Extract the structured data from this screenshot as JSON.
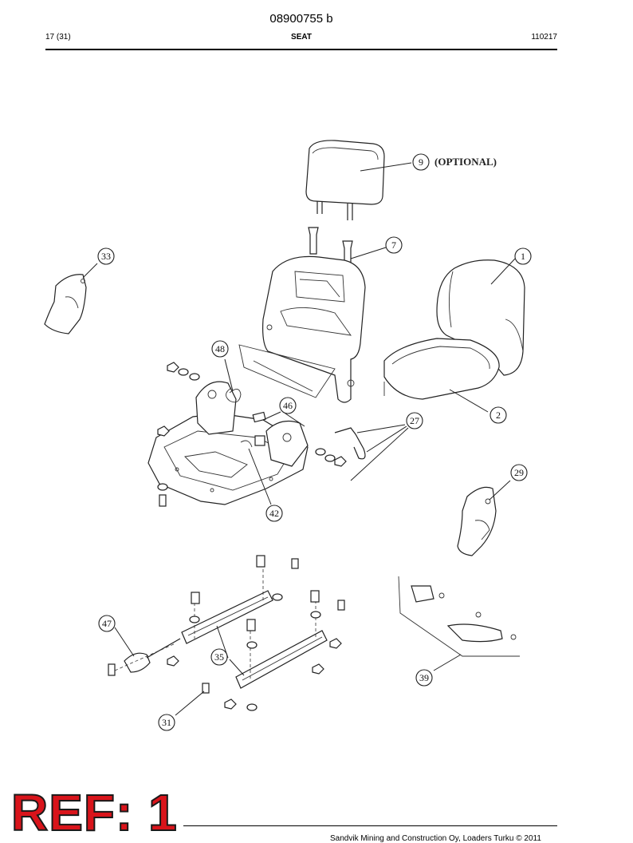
{
  "header": {
    "doc_number": "08900755 b",
    "page": "17 (31)",
    "section": "SEAT",
    "date_code": "110217"
  },
  "diagram": {
    "optional_label": "(OPTIONAL)",
    "callouts": [
      "9",
      "7",
      "1",
      "33",
      "48",
      "46",
      "27",
      "2",
      "42",
      "29",
      "47",
      "35",
      "39",
      "31"
    ]
  },
  "stamp": {
    "text": "REF: 1"
  },
  "footer": {
    "copyright": "Sandvik Mining and Construction Oy, Loaders Turku © 2011"
  },
  "icons": [
    "seat-cushion",
    "backrest",
    "headrest",
    "seat-frame",
    "slide-rail",
    "handle"
  ]
}
